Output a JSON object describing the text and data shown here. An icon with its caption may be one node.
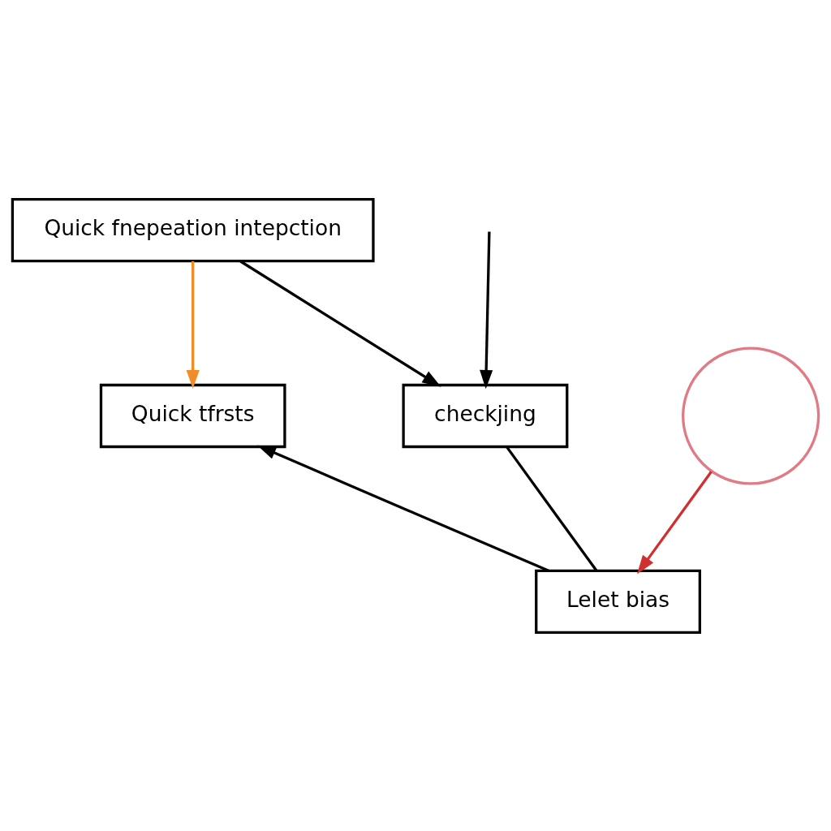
{
  "diagram": {
    "nodes": [
      {
        "text": [
          "Quick fnepeation intepction"
        ]
      },
      {
        "text": [
          "Quick tfrsts"
        ]
      },
      {
        "text": [
          "checkjing"
        ]
      },
      {
        "text": [
          "Lelet bias"
        ]
      },
      {
        "text": [],
        "shape": "circle"
      }
    ],
    "edges": [
      {
        "from": 0,
        "to": 1,
        "arrow": "to",
        "color": "#f28c28"
      },
      {
        "from": 0,
        "to": 2,
        "arrow": "to"
      },
      {
        "from": null,
        "to": 2,
        "arrow": "to"
      },
      {
        "from": 2,
        "to": 3,
        "arrow": "none"
      },
      {
        "from": 3,
        "to": 1,
        "arrow": "to"
      },
      {
        "from": 4,
        "to": 3,
        "arrow": "to",
        "color": "#d03030"
      }
    ]
  }
}
